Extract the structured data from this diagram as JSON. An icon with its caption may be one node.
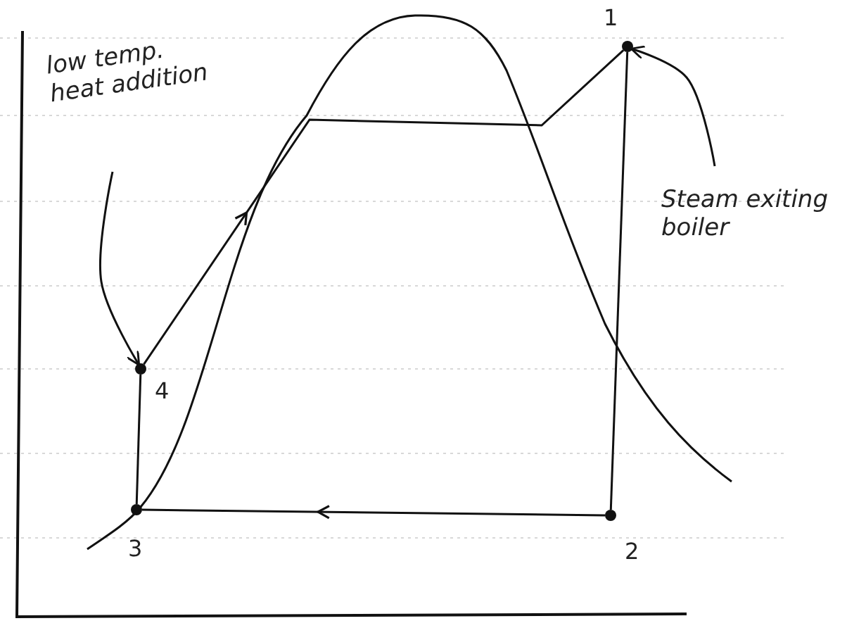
{
  "diagram": {
    "nodes": [
      {
        "text": [
          "low temp. heat addition"
        ]
      },
      {
        "text": [],
        "shape": "circle",
        "beside": [
          "4"
        ]
      },
      {
        "text": [
          "Steam exiting boiler"
        ]
      },
      {
        "text": [],
        "shape": "circle",
        "beside": [
          "1"
        ]
      },
      {
        "text": [],
        "shape": "circle",
        "beside": [
          "2"
        ]
      },
      {
        "text": [],
        "shape": "circle",
        "beside": [
          "3"
        ]
      }
    ],
    "edges": [
      {
        "from": 0,
        "to": 1,
        "arrow": "to"
      },
      {
        "from": 2,
        "to": 3,
        "arrow": "to"
      },
      {
        "from": 3,
        "to": 4,
        "arrow": "none"
      },
      {
        "from": 4,
        "to": 5,
        "arrow": "to"
      },
      {
        "from": 5,
        "to": 1,
        "arrow": "none"
      },
      {
        "from": 1,
        "to": 3,
        "arrow": "to"
      }
    ]
  }
}
